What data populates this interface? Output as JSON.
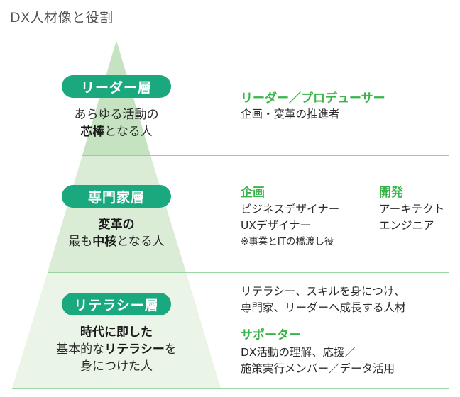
{
  "header": {
    "title": "DX人材像と役割"
  },
  "colors": {
    "badge": "#1aa87f",
    "role_title": "#3ab54a",
    "separator": "#7cc98a",
    "tier_top": "#c5e3c0",
    "tier_middle": "#daecd6",
    "tier_bottom": "#eaf4e7"
  },
  "tiers": [
    {
      "badge": "リーダー層",
      "desc_line1": "あらゆる活動の",
      "desc_line2_bold": "芯棒",
      "desc_line2_rest": "となる人",
      "roles": {
        "title": "リーダー／プロデューサー",
        "lines": [
          "企画・変革の推進者"
        ]
      }
    },
    {
      "badge": "専門家層",
      "desc_line1_bold": "変革の",
      "desc_line2_pre": "最も",
      "desc_line2_bold": "中核",
      "desc_line2_rest": "となる人",
      "roles": {
        "columns": [
          {
            "title": "企画",
            "lines": [
              "ビジネスデザイナー",
              "UXデザイナー"
            ],
            "note": "※事業とITの橋渡し役"
          },
          {
            "title": "開発",
            "lines": [
              "アーキテクト",
              "エンジニア"
            ]
          }
        ]
      }
    },
    {
      "badge": "リテラシー層",
      "desc_line1_bold": "時代に即した",
      "desc_line2_pre": "基本的な",
      "desc_line2_bold": "リテラシー",
      "desc_line2_rest": "を",
      "desc_line3": "身につけた人",
      "roles": {
        "intro_lines": [
          "リテラシー、スキルを身につけ、",
          "専門家、リーダーへ成長する人材"
        ],
        "title": "サポーター",
        "lines": [
          "DX活動の理解、応援／",
          "施策実行メンバー／データ活用"
        ]
      }
    }
  ]
}
